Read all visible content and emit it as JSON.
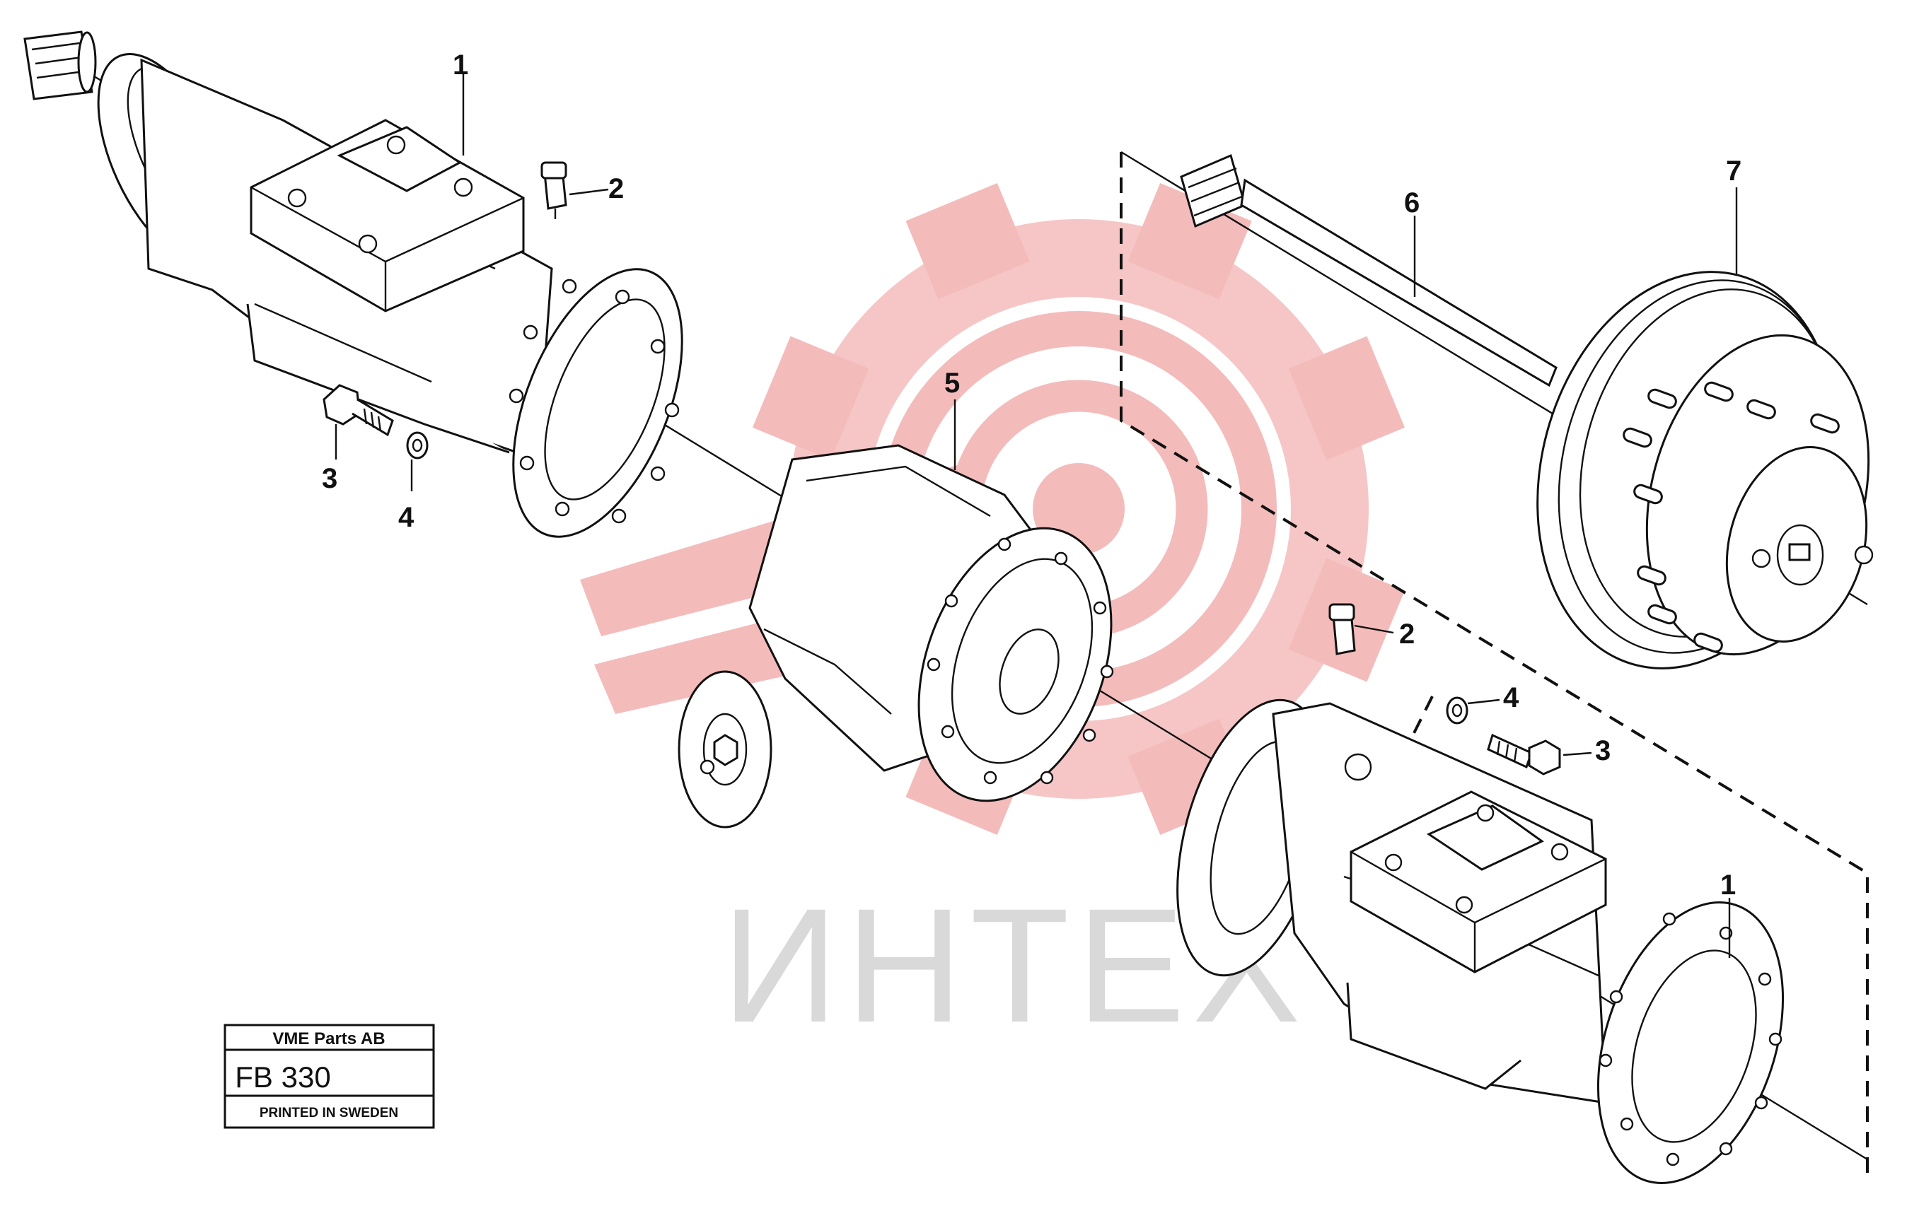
{
  "diagram": {
    "callouts": {
      "c1a": "1",
      "c2a": "2",
      "c3a": "3",
      "c4a": "4",
      "c5": "5",
      "c6": "6",
      "c7": "7",
      "c1b": "1",
      "c2b": "2",
      "c3b": "3",
      "c4b": "4"
    },
    "watermark": {
      "text": "ИНТЕХ",
      "gear_color": "#f4b8b8",
      "text_color": "#d9d9d9"
    },
    "stamp": {
      "company": "VME Parts AB",
      "code": "FB 330",
      "printed": "PRINTED IN SWEDEN"
    }
  }
}
